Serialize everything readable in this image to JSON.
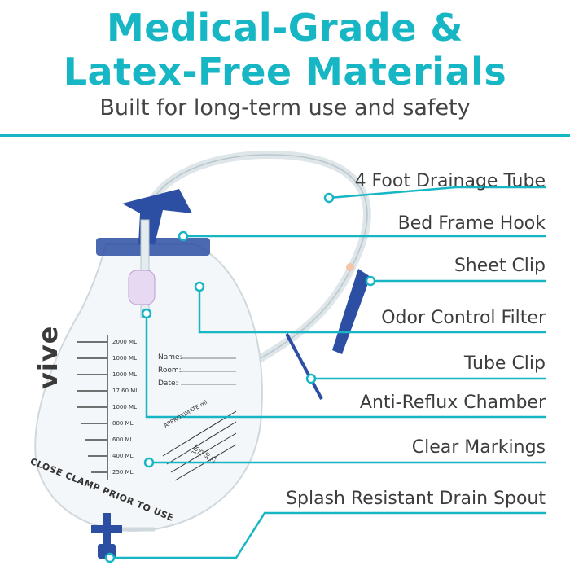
{
  "header": {
    "title_line_1": "Medical-Grade &",
    "title_line_2": "Latex-Free Materials",
    "subtitle": "Built for long-term use and safety"
  },
  "callouts": [
    {
      "label": "4 Foot Drainage Tube"
    },
    {
      "label": "Bed Frame Hook"
    },
    {
      "label": "Sheet Clip"
    },
    {
      "label": "Odor Control Filter"
    },
    {
      "label": "Tube Clip"
    },
    {
      "label": "Anti-Reflux Chamber"
    },
    {
      "label": "Clear Markings"
    },
    {
      "label": "Splash Resistant Drain Spout"
    }
  ],
  "bag": {
    "brand": "vive",
    "form_fields": [
      "Name:",
      "Room:",
      "Date:"
    ],
    "scale_labels": [
      "2000 ML",
      "1000 ML",
      "1000 ML",
      "17.60 ML",
      "1000 ML",
      "800 ML",
      "600 ML",
      "400 ML",
      "250 ML"
    ],
    "approx_label": "APPROXIMATE ml",
    "approx_values": [
      "100",
      "75",
      "50",
      "25"
    ],
    "clamp_text": "CLOSE CLAMP PRIOR TO USE"
  },
  "colors": {
    "accent": "#17b6c4",
    "text": "#3d3d3d",
    "bag_blue": "#2c4fa3"
  }
}
